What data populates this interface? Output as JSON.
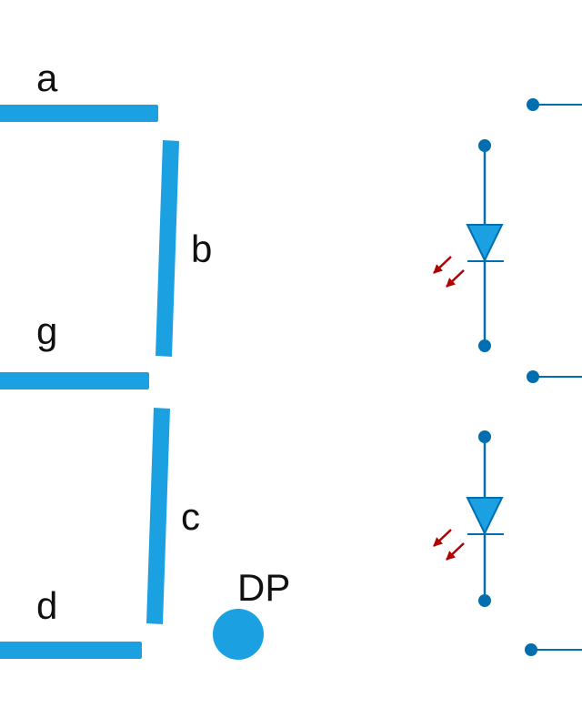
{
  "labels": {
    "a": "a",
    "b": "b",
    "g": "g",
    "c": "c",
    "d": "d",
    "dp": "DP"
  },
  "colors": {
    "segment": "#1ba1e2",
    "wire": "#006eaf",
    "arrow": "#b00000",
    "text": "#111111"
  },
  "components": [
    "seven-segment-display",
    "led",
    "led"
  ]
}
